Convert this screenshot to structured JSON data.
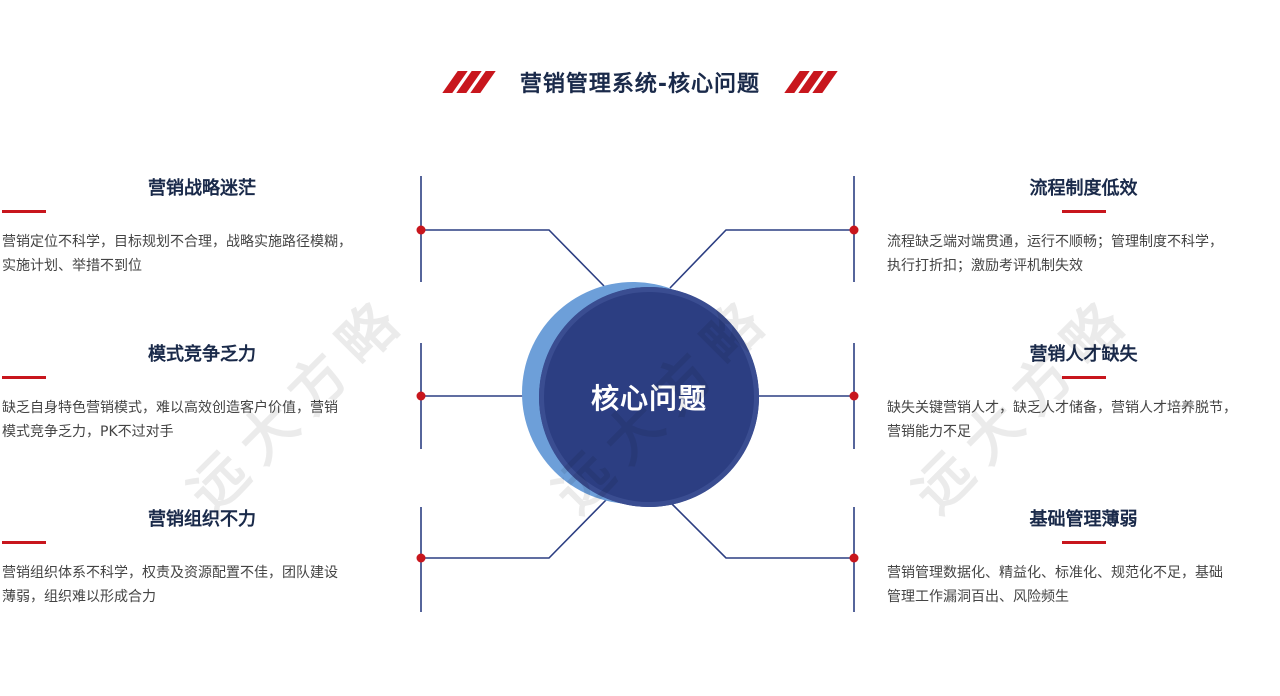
{
  "header": {
    "title": "营销管理系统-核心问题"
  },
  "center": {
    "label": "核心问题"
  },
  "left_items": [
    {
      "title": "营销战略迷茫",
      "desc_line1": "营销定位不科学，目标规划不合理，战略实施路径模糊，",
      "desc_line2": "实施计划、举措不到位"
    },
    {
      "title": "模式竞争乏力",
      "desc_line1": "缺乏自身特色营销模式，难以高效创造客户价值，营销",
      "desc_line2": "模式竞争乏力，PK不过对手"
    },
    {
      "title": "营销组织不力",
      "desc_line1": "营销组织体系不科学，权责及资源配置不佳，团队建设",
      "desc_line2": "薄弱，组织难以形成合力"
    }
  ],
  "right_items": [
    {
      "title": "流程制度低效",
      "desc_line1": "流程缺乏端对端贯通，运行不顺畅；管理制度不科学，",
      "desc_line2": "执行打折扣；激励考评机制失效"
    },
    {
      "title": "营销人才缺失",
      "desc_line1": "缺失关键营销人才，缺乏人才储备，营销人才培养脱节，",
      "desc_line2": "营销能力不足"
    },
    {
      "title": "基础管理薄弱",
      "desc_line1": "营销管理数据化、精益化、标准化、规范化不足，基础",
      "desc_line2": "管理工作漏洞百出、风险频生"
    }
  ],
  "watermark": "远大方略",
  "colors": {
    "accent_red": "#c8161d",
    "navy": "#2c3e82",
    "light_blue": "#6d9fd9",
    "line": "#2c3e82"
  }
}
